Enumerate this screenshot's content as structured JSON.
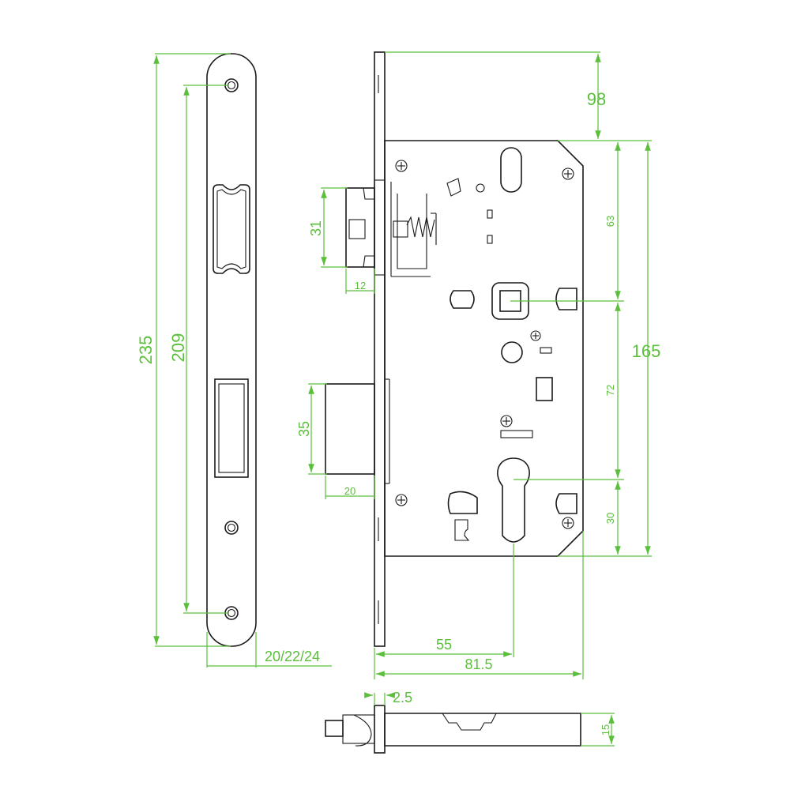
{
  "dimensions": {
    "strike_total_length": "235",
    "strike_hole_spacing": "209",
    "faceplate_width_options": "20/22/24",
    "latch_height": "31",
    "latch_projection": "12",
    "deadbolt_height": "35",
    "deadbolt_projection": "20",
    "backset_top": "98",
    "top_to_follower": "63",
    "body_height": "165",
    "follower_to_cylinder": "72",
    "cylinder_to_bottom": "30",
    "backset": "55",
    "body_depth": "81.5",
    "faceplate_thickness": "2.5",
    "body_thickness": "15"
  },
  "colors": {
    "dimension_line": "#5bbf3c",
    "outline": "#1a1a1a"
  }
}
